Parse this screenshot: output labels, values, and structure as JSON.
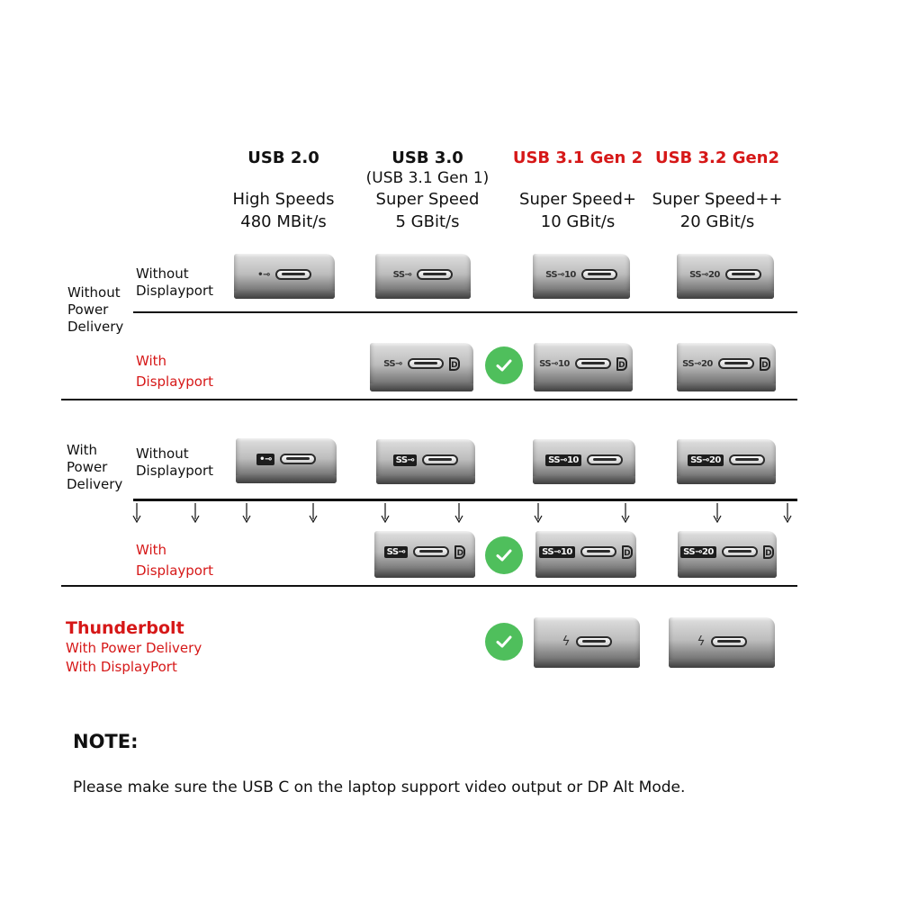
{
  "columns": [
    {
      "title": "USB 2.0",
      "subtitle": "",
      "speed_line1": "High Speeds",
      "speed_line2": "480 MBit/s",
      "title_color": "#111111"
    },
    {
      "title": "USB 3.0",
      "subtitle": "(USB 3.1 Gen 1)",
      "speed_line1": "Super Speed",
      "speed_line2": "5 GBit/s",
      "title_color": "#111111"
    },
    {
      "title": "USB 3.1 Gen 2",
      "subtitle": "",
      "speed_line1": "Super Speed+",
      "speed_line2": "10 GBit/s",
      "title_color": "#d61818"
    },
    {
      "title": "USB 3.2 Gen2",
      "subtitle": "",
      "speed_line1": "Super Speed++",
      "speed_line2": "20 GBit/s",
      "title_color": "#d61818"
    }
  ],
  "groups": {
    "no_pd": {
      "line1": "Without",
      "line2": "Power",
      "line3": "Delivery"
    },
    "pd": {
      "line1": "With",
      "line2": "Power",
      "line3": "Delivery"
    }
  },
  "rows": {
    "without_dp": {
      "line1": "Without",
      "line2": "Displayport"
    },
    "with_dp": {
      "line1": "With",
      "line2": "Displayport"
    }
  },
  "thunderbolt": {
    "title": "Thunderbolt",
    "line1": "With Power Delivery",
    "line2": "With DisplayPort"
  },
  "note": {
    "title": "NOTE:",
    "text": "Please make sure the USB C on the laptop support video output or DP Alt Mode."
  },
  "icons": {
    "check": "check-icon",
    "usb_trident": "usb-trident-icon",
    "ss_logo": "superspeed-logo-icon",
    "displayport": "displayport-icon",
    "thunderbolt": "thunderbolt-bolt-icon"
  },
  "logos": {
    "usb2": "•⊸",
    "ss": "SS⊸",
    "ss10": "SS⊸10",
    "ss20": "SS⊸20",
    "dp": "D",
    "bolt": "ϟ"
  },
  "colors": {
    "accent_red": "#d61818",
    "check_green": "#4fbf5c"
  }
}
